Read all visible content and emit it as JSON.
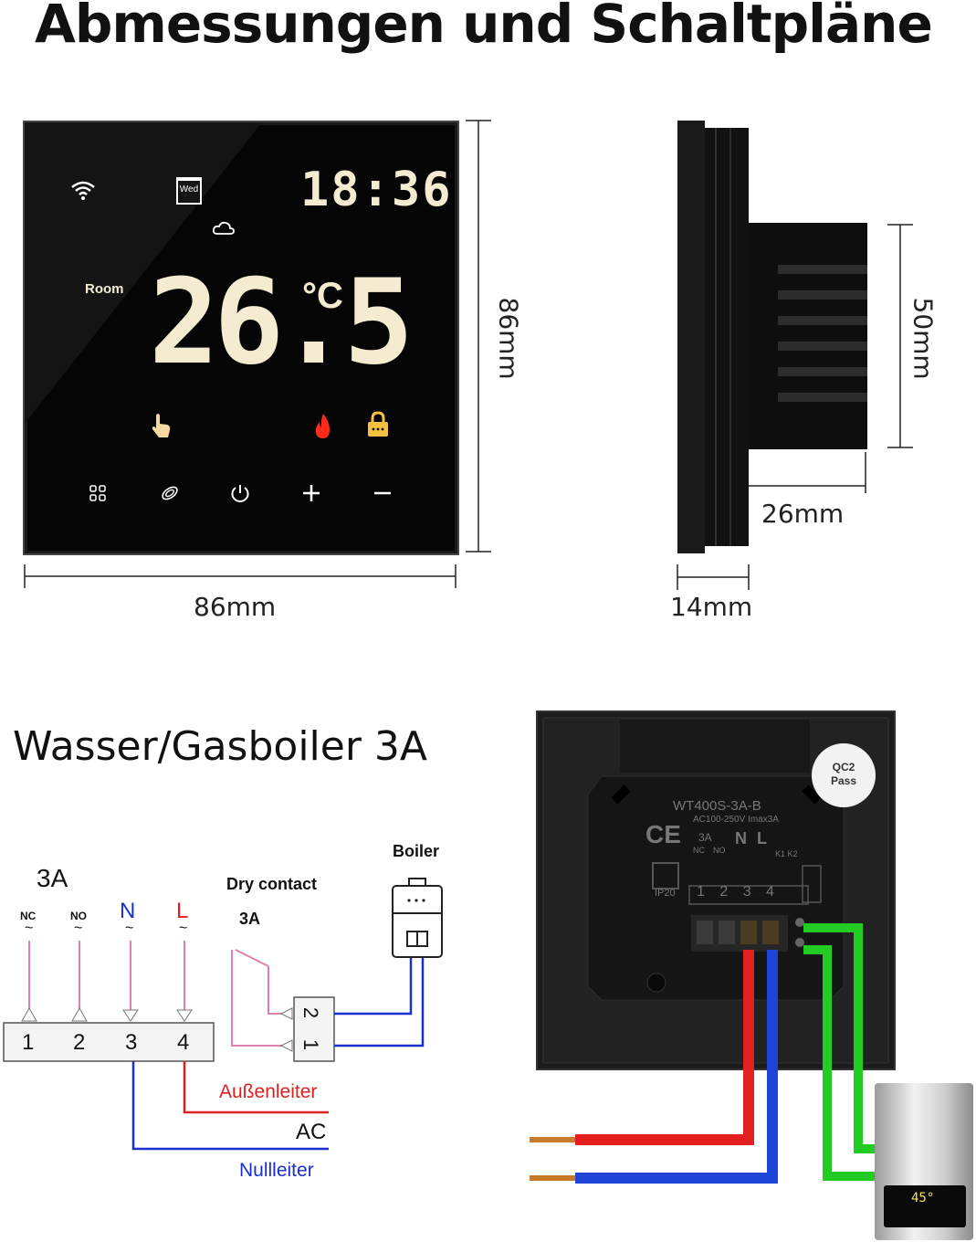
{
  "header": {
    "title": "Abmessungen und Schaltpläne"
  },
  "dimensions": {
    "front_width": "86mm",
    "front_height": "86mm",
    "side_total": "26mm",
    "side_plate": "14mm",
    "side_height": "50mm"
  },
  "thermostat": {
    "day": "Wed",
    "clock": "18:36",
    "room_label": "Room",
    "temperature": "26.5",
    "unit": "°C",
    "icons": [
      "wifi-icon",
      "calendar-icon",
      "cloud-icon",
      "hand-icon",
      "flame-icon",
      "lock-icon",
      "menu-grid-icon",
      "fan-icon",
      "power-icon",
      "plus-icon",
      "minus-icon"
    ]
  },
  "wiring": {
    "title": "Wasser/Gasboiler 3A",
    "rating": "3A",
    "terminals": [
      "1",
      "2",
      "3",
      "4"
    ],
    "terminal_labels": [
      "NC",
      "NO",
      "N",
      "L"
    ],
    "tilde": "~",
    "dry_contact": "Dry contact",
    "dry_rating": "3A",
    "boiler": "Boiler",
    "relay_pins": [
      "2",
      "1"
    ],
    "phase": "Außenleiter",
    "ac": "AC",
    "neutral": "Nullleiter",
    "colors": {
      "phase": "#e02020",
      "neutral": "#1a2fd0",
      "pink": "#e080b0",
      "ground": "#22cc22"
    }
  },
  "back_panel": {
    "qc_line1": "QC2",
    "qc_line2": "Pass",
    "model": "WT400S-3A-B",
    "rating": "AC100-250V Imax3A",
    "ce": "CE",
    "amp": "3A",
    "nc": "NC",
    "no": "NO",
    "n": "N",
    "l": "L",
    "k": "K1 K2",
    "ip": "IP20",
    "terminals": "1 2 3 4",
    "boiler_display": "45°"
  }
}
